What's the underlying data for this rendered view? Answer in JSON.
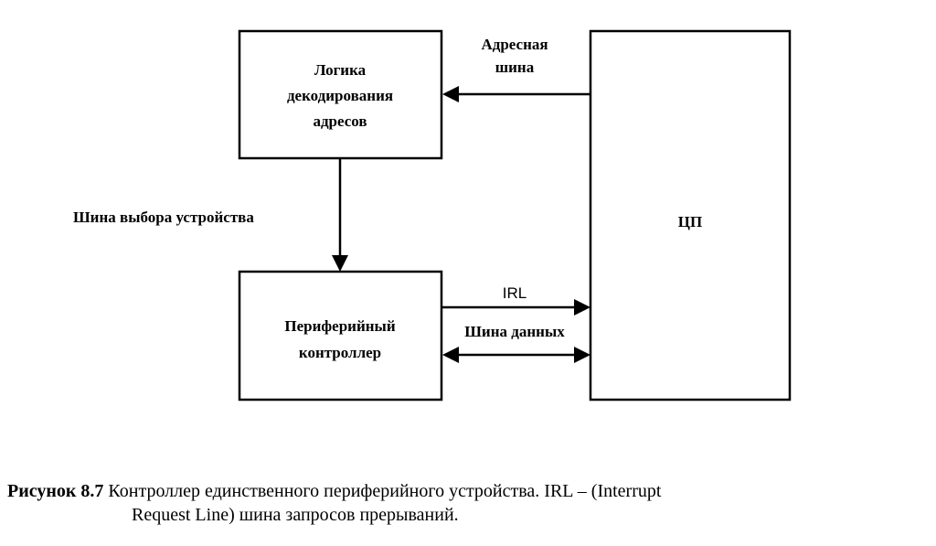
{
  "diagram": {
    "blocks": {
      "decoder": {
        "lines": [
          "Логика",
          "декодирования",
          "адресов"
        ]
      },
      "cpu": {
        "label": "ЦП"
      },
      "controller": {
        "lines": [
          "Периферийный",
          "контроллер"
        ]
      }
    },
    "connections": {
      "address_bus": {
        "lines": [
          "Адресная",
          "шина"
        ]
      },
      "device_select_bus": {
        "label": "Шина выбора устройства"
      },
      "irl": {
        "label": "IRL"
      },
      "data_bus": {
        "label": "Шина данных"
      }
    }
  },
  "caption": {
    "title": "Рисунок 8.7",
    "text_line1": " Контроллер единственного периферийного устройства. IRL – (Interrupt",
    "text_line2": "Request Line) шина запросов прерываний."
  }
}
